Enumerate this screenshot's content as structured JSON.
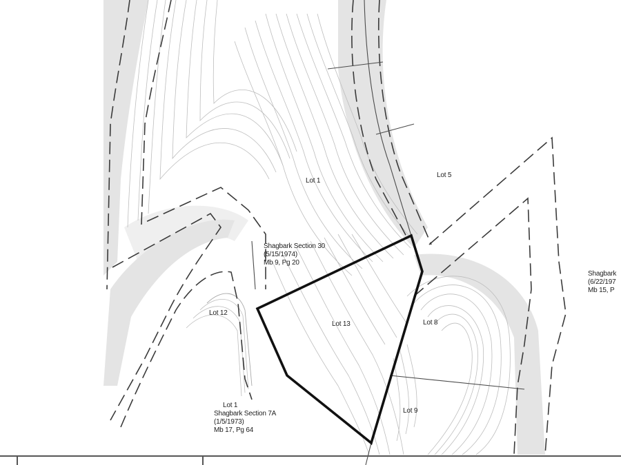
{
  "map": {
    "type": "subdivision plat / topographic lot map",
    "highlight_color": "#111111",
    "contour_color": "#bdbdbd",
    "row_line_color": "#3a3a3a",
    "highlighted_parcel": "Lot 13"
  },
  "labels": {
    "lot1_main": "Lot 1",
    "lot5": "Lot 5",
    "lot12": "Lot 12",
    "lot13": "Lot 13",
    "lot8": "Lot 8",
    "lot9": "Lot 9",
    "section30": {
      "line1": "Shagbark Section 30",
      "line2": "(5/15/1974)",
      "line3": "Mb 9, Pg 20"
    },
    "section7a": {
      "line0": "Lot 1",
      "line1": "Shagbark Section 7A",
      "line2": "(1/5/1973)",
      "line3": "Mb 17, Pg 64"
    },
    "right_edge": {
      "line1": "Shagbark",
      "line2": "(6/22/197",
      "line3": "Mb 15, P"
    }
  }
}
